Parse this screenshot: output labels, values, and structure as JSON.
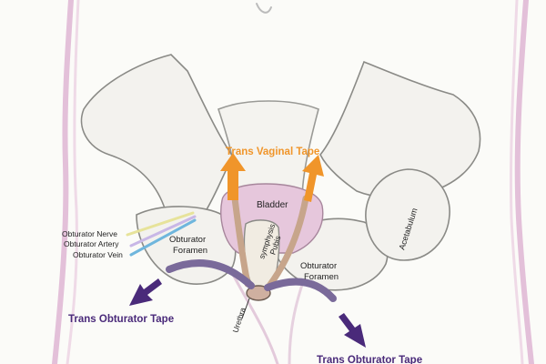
{
  "labels": {
    "trans_vaginal_tape": "Trans Vaginal Tape",
    "trans_obturator_tape_left": "Trans Obturator Tape",
    "trans_obturator_tape_right": "Trans Obturator Tape",
    "bladder": "Bladder",
    "symphysis": "symphysis",
    "pubis": "Pubis",
    "obturator_foramen_left_1": "Obturator",
    "obturator_foramen_left_2": "Foramen",
    "obturator_foramen_right_1": "Obturator",
    "obturator_foramen_right_2": "Foramen",
    "acetabulum": "Acetabulum",
    "urethra": "Urethra",
    "obturator_nerve": "Obturator Nerve",
    "obturator_artery": "Obturator Artery",
    "obturator_vein": "Obturator Vein"
  },
  "colors": {
    "tvt_orange": "#f0952a",
    "tot_purple": "#4a2a7a",
    "body_outline": "#d9a6cc",
    "bladder_fill": "#e6c7dc",
    "nerve": "#e7e39a",
    "artery": "#c8b7e6",
    "vein": "#6fb6dd"
  }
}
